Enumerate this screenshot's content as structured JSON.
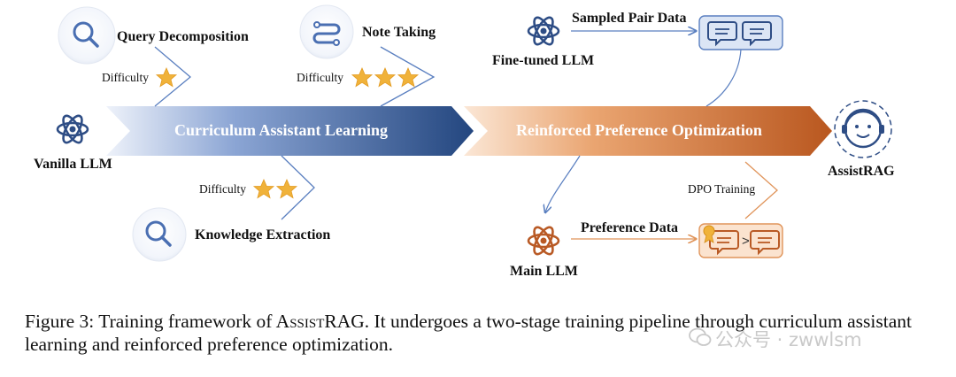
{
  "nodes": {
    "vanilla_llm": "Vanilla LLM",
    "finetuned_llm": "Fine-tuned LLM",
    "main_llm": "Main LLM",
    "assistrag": "AssistRAG"
  },
  "tasks": {
    "query_decomposition": {
      "label": "Query Decomposition",
      "difficulty_label": "Difficulty",
      "stars": 1
    },
    "note_taking": {
      "label": "Note Taking",
      "difficulty_label": "Difficulty",
      "stars": 3
    },
    "knowledge_extraction": {
      "label": "Knowledge Extraction",
      "difficulty_label": "Difficulty",
      "stars": 2
    }
  },
  "stages": {
    "stage1": "Curriculum Assistant Learning",
    "stage2": "Reinforced Preference Optimization"
  },
  "data_labels": {
    "sampled_pair": "Sampled Pair Data",
    "preference_data": "Preference Data",
    "dpo_training": "DPO Training",
    "greater_than": ">"
  },
  "caption": {
    "prefix": "Figure 3: Training framework of ",
    "name_first": "A",
    "name_sc": "ssist",
    "name_rest": "RAG",
    "suffix": ". It undergoes a two-stage training pipeline through curriculum assistant learning and reinforced preference optimization."
  },
  "watermark": "公众号 · zwwlsm",
  "colors": {
    "blue_dark": "#2a4f8f",
    "blue_light": "#c9d6ec",
    "orange_dark": "#c0622a",
    "orange_light": "#f3d2b6",
    "star": "#f0b23a",
    "line_blue": "#5a7fc0",
    "line_orange": "#e0945a"
  }
}
